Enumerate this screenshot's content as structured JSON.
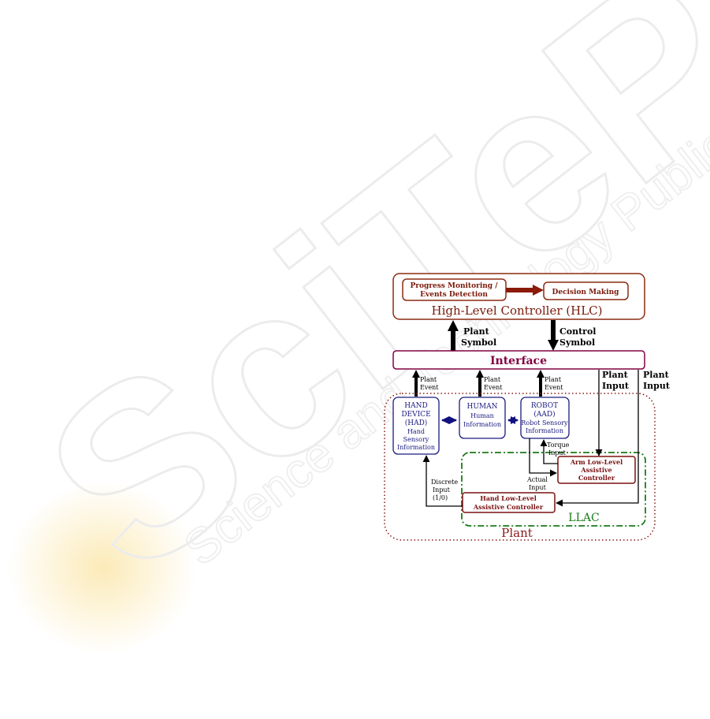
{
  "watermark": {
    "main": "SciTePress",
    "sub": "Science and Technology Publications"
  },
  "hlc": {
    "title": "High-Level Controller (HLC)",
    "progress_line1": "Progress Monitoring /",
    "progress_line2": "Events Detection",
    "decision": "Decision Making"
  },
  "interface": {
    "title": "Interface"
  },
  "signals": {
    "plant_symbol_line1": "Plant",
    "plant_symbol_line2": "Symbol",
    "control_symbol_line1": "Control",
    "control_symbol_line2": "Symbol",
    "plant_event_line1": "Plant",
    "plant_event_line2": "Event",
    "plant_input_line1": "Plant",
    "plant_input_line2": "Input",
    "torque_line1": "Torque",
    "torque_line2": "Input",
    "actual_line1": "Actual",
    "actual_line2": "Input",
    "discrete_line1": "Discrete",
    "discrete_line2": "Input",
    "discrete_line3": "(1/0)"
  },
  "had": {
    "line1": "HAND",
    "line2": "DEVICE",
    "line3": "(HAD)",
    "line4": "Hand",
    "line5": "Sensory",
    "line6": "Information"
  },
  "human": {
    "line1": "HUMAN",
    "line2": "Human",
    "line3": "Information"
  },
  "robot": {
    "line1": "ROBOT",
    "line2": "(AAD)",
    "line3": "Robot  Sensory",
    "line4": "Information"
  },
  "arm_llc": {
    "line1": "Arm Low-Level",
    "line2": "Assistive",
    "line3": "Controller"
  },
  "hand_llc": {
    "line1": "Hand Low-Level",
    "line2": "Assistive Controller"
  },
  "llac": {
    "title": "LLAC"
  },
  "plant": {
    "title": "Plant"
  },
  "colors": {
    "hlc": "#8b2c12",
    "interface": "#800040",
    "device": "#1a1a80",
    "controller": "#7a1010",
    "llac": "#1a7a1a",
    "plant": "#8b1a1a",
    "arrow_red": "#8b1a0a",
    "arrow_blue": "#101080"
  }
}
